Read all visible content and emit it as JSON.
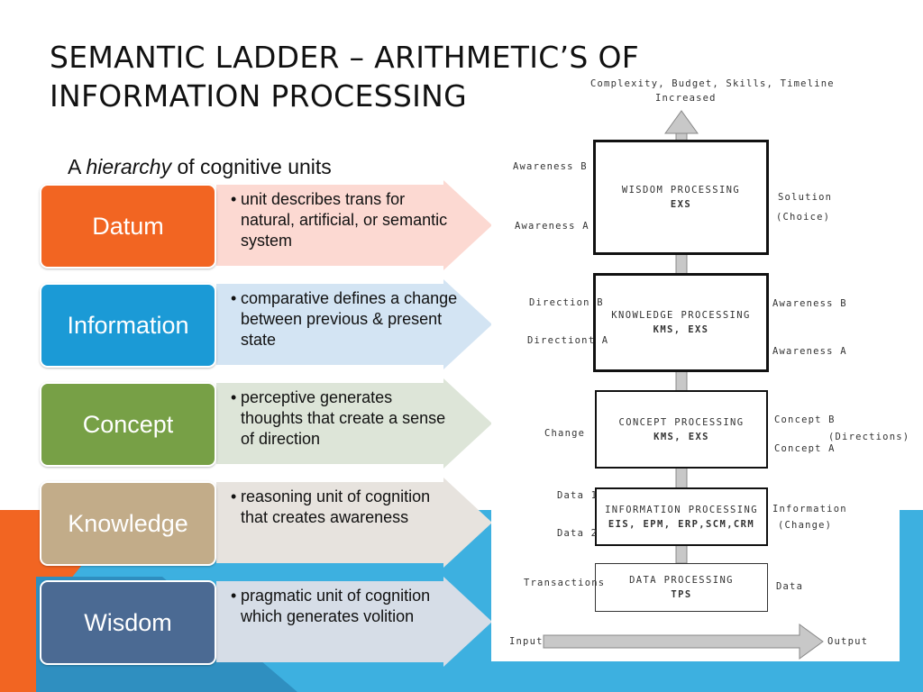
{
  "slide": {
    "title_line1": "SEMANTIC LADDER – ARITHMETIC’S OF",
    "title_line2": "INFORMATION PROCESSING",
    "subtitle_pre": "A ",
    "subtitle_em": "hierarchy",
    "subtitle_post": " of cognitive units"
  },
  "units": [
    {
      "label": "Datum",
      "bullet": "unit describes trans for natural, artificial, or semantic system",
      "color": "#F26522"
    },
    {
      "label": "Information",
      "bullet": "comparative defines a change between previous & present state",
      "color": "#1B9AD6"
    },
    {
      "label": "Concept",
      "bullet": "perceptive generates thoughts that create a sense of direction",
      "color": "#77A046"
    },
    {
      "label": "Knowledge",
      "bullet": "reasoning unit of cognition that creates awareness",
      "color": "#C2AC89"
    },
    {
      "label": "Wisdom",
      "bullet": "pragmatic unit of cognition which generates volition",
      "color": "#4B6A93"
    }
  ],
  "diagram": {
    "top_line1": "Complexity, Budget, Skills, Timeline",
    "top_line2": "Increased",
    "layers": [
      {
        "title": "WISDOM PROCESSING",
        "sub": "EXS"
      },
      {
        "title": "KNOWLEDGE PROCESSING",
        "sub": "KMS, EXS"
      },
      {
        "title": "CONCEPT PROCESSING",
        "sub": "KMS, EXS"
      },
      {
        "title": "INFORMATION PROCESSING",
        "sub": "EIS, EPM, ERP,SCM,CRM"
      },
      {
        "title": "DATA PROCESSING",
        "sub": "TPS"
      }
    ],
    "labels": {
      "awareness_b_left": "Awareness B",
      "awareness_a_left": "Awareness A",
      "solution": "Solution",
      "choice": "(Choice)",
      "direction_b": "Direction B",
      "direction_a": "Directiont A",
      "awareness_b_right": "Awareness B",
      "awareness_a_right": "Awareness A",
      "change": "Change",
      "concept_b": "Concept B",
      "concept_a": "Concept A",
      "directions": "(Directions)",
      "data_1": "Data 1",
      "data_2": "Data 2",
      "information": "Information",
      "change_paren": "(Change)",
      "transactions": "Transactions",
      "data": "Data",
      "input": "Input",
      "output": "Output"
    }
  }
}
